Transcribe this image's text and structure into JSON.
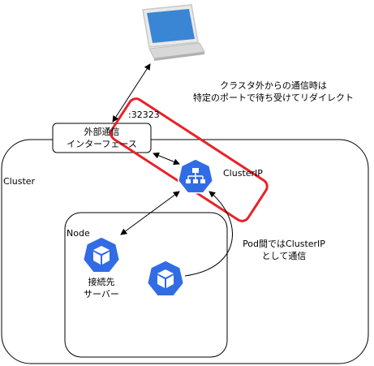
{
  "cluster": {
    "label": "Cluster"
  },
  "node": {
    "label": "Node"
  },
  "external_interface": {
    "line1": "外部通信",
    "line2": "インターフェース"
  },
  "port": {
    "label": ":32323"
  },
  "cluster_ip": {
    "label": "ClusterIP"
  },
  "server": {
    "line1": "接続先",
    "line2": "サーバー"
  },
  "note_top": {
    "line1": "クラスタ外からの通信時は",
    "line2": "特定のポートで待ち受けてリダイレクト"
  },
  "note_pod": {
    "line1": "Pod間ではClusterIP",
    "line2": "として通信"
  },
  "icons": [
    "laptop-icon",
    "service-icon",
    "pod-icon"
  ],
  "colors": {
    "kube_blue": "#326CE5",
    "highlight_red": "#E8222A"
  }
}
